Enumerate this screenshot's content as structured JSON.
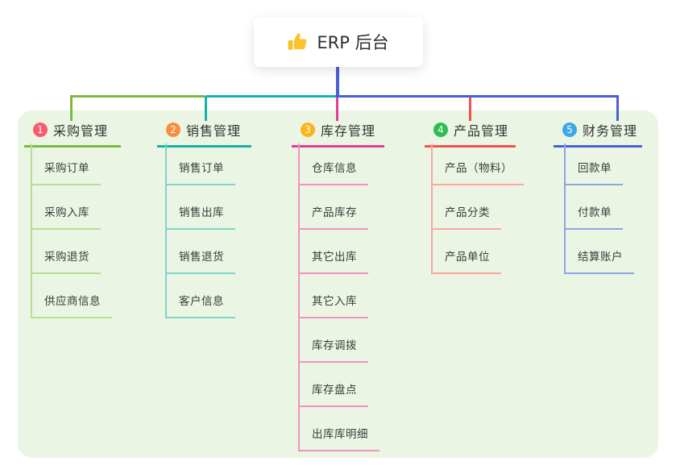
{
  "root": {
    "title": "ERP 后台",
    "icon": "thumbs-up-icon"
  },
  "colors": {
    "panel_bg": "#eaf6e3",
    "root_line": "#4a5fd6",
    "text": "#333333",
    "card_bg": "#ffffff",
    "thumb_yellow": "#f7c325"
  },
  "branches": [
    {
      "badge": "1",
      "title": "采购管理",
      "badge_color": "#f85b70",
      "line_color": "#7cb93f",
      "child_line_color": "#b9dc95",
      "children": [
        "采购订单",
        "采购入库",
        "采购退货",
        "供应商信息"
      ]
    },
    {
      "badge": "2",
      "title": "销售管理",
      "badge_color": "#fb8d3e",
      "line_color": "#14b3a5",
      "child_line_color": "#7fd4c9",
      "children": [
        "销售订单",
        "销售出库",
        "销售退货",
        "客户信息"
      ]
    },
    {
      "badge": "3",
      "title": "库存管理",
      "badge_color": "#fdb320",
      "line_color": "#e53a95",
      "child_line_color": "#f490c4",
      "children": [
        "仓库信息",
        "产品库存",
        "其它出库",
        "其它入库",
        "库存调拨",
        "库存盘点",
        "出库库明细"
      ]
    },
    {
      "badge": "4",
      "title": "产品管理",
      "badge_color": "#2fbd54",
      "line_color": "#f4504e",
      "child_line_color": "#ffa5a0",
      "children": [
        "产品（物料）",
        "产品分类",
        "产品单位"
      ]
    },
    {
      "badge": "5",
      "title": "财务管理",
      "badge_color": "#3ba9e6",
      "line_color": "#4a5fd6",
      "child_line_color": "#90a4e6",
      "children": [
        "回款单",
        "付款单",
        "结算账户"
      ]
    }
  ]
}
